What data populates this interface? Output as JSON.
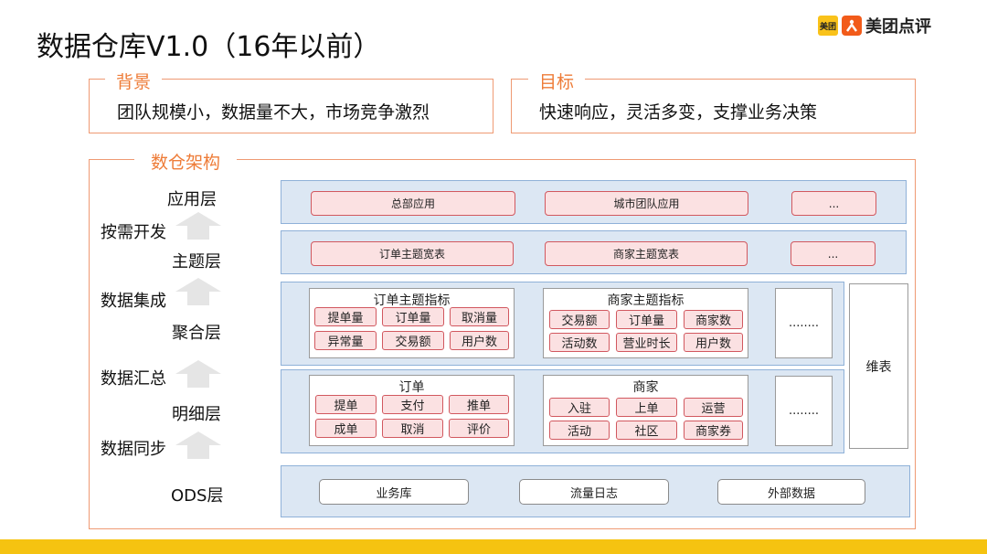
{
  "title": "数据仓库V1.0（16年以前）",
  "logo": {
    "badge": "美团",
    "text": "美团点评",
    "icon": "meituan-logo-icon"
  },
  "background": {
    "label": "背景",
    "text": "团队规模小，数据量不大，市场竞争激烈"
  },
  "goal": {
    "label": "目标",
    "text": "快速响应，灵活多变，支撑业务决策"
  },
  "arch": {
    "label": "数仓架构"
  },
  "layers": {
    "app": "应用层",
    "topic": "主题层",
    "agg": "聚合层",
    "detail": "明细层",
    "ods": "ODS层"
  },
  "side": {
    "develop": "按需开发",
    "integrate": "数据集成",
    "summary": "数据汇总",
    "sync": "数据同步"
  },
  "app_layer": {
    "items": [
      "总部应用",
      "城市团队应用",
      "..."
    ]
  },
  "topic_layer": {
    "items": [
      "订单主题宽表",
      "商家主题宽表",
      "..."
    ]
  },
  "agg_layer": {
    "order": {
      "title": "订单主题指标",
      "items": [
        "提单量",
        "订单量",
        "取消量",
        "异常量",
        "交易额",
        "用户数"
      ]
    },
    "merchant": {
      "title": "商家主题指标",
      "items": [
        "交易额",
        "订单量",
        "商家数",
        "活动数",
        "营业时长",
        "用户数"
      ]
    },
    "more": "........"
  },
  "detail_layer": {
    "order": {
      "title": "订单",
      "items": [
        "提单",
        "支付",
        "推单",
        "成单",
        "取消",
        "评价"
      ]
    },
    "merchant": {
      "title": "商家",
      "items": [
        "入驻",
        "上单",
        "运营",
        "活动",
        "社区",
        "商家券"
      ]
    },
    "more": "........"
  },
  "dimension": "维表",
  "ods_layer": {
    "items": [
      "业务库",
      "流量日志",
      "外部数据"
    ]
  },
  "colors": {
    "accent": "#ee7c38",
    "band": "#dce7f3",
    "pill": "#fbe1e2",
    "pill_border": "#d1585f",
    "bar": "#f5c311"
  }
}
